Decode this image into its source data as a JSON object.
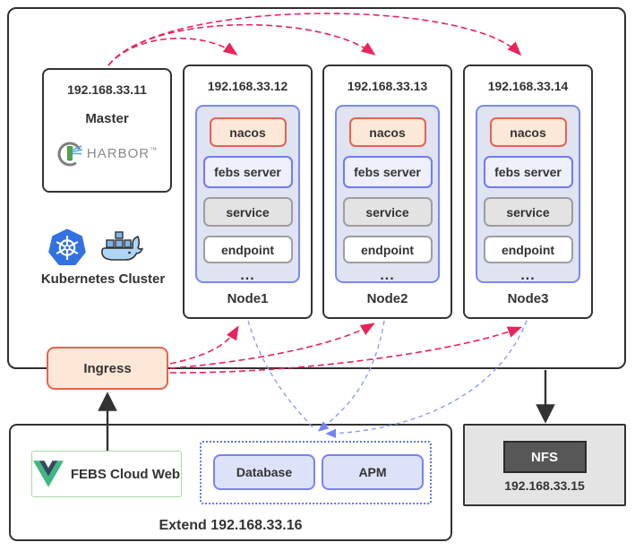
{
  "cluster": {
    "caption": "Kubernetes Cluster",
    "master": {
      "ip": "192.168.33.11",
      "label": "Master",
      "registry": "HARBOR",
      "registry_tm": "™"
    },
    "nodes": [
      {
        "ip": "192.168.33.12",
        "name": "Node1",
        "stack": [
          "nacos",
          "febs server",
          "service",
          "endpoint"
        ],
        "more": "..."
      },
      {
        "ip": "192.168.33.13",
        "name": "Node2",
        "stack": [
          "nacos",
          "febs server",
          "service",
          "endpoint"
        ],
        "more": "..."
      },
      {
        "ip": "192.168.33.14",
        "name": "Node3",
        "stack": [
          "nacos",
          "febs server",
          "service",
          "endpoint"
        ],
        "more": "..."
      }
    ]
  },
  "ingress": {
    "label": "Ingress"
  },
  "extend": {
    "caption": "Extend 192.168.33.16",
    "web": {
      "label": "FEBS Cloud Web"
    },
    "services": [
      {
        "label": "Database"
      },
      {
        "label": "APM"
      }
    ]
  },
  "nfs": {
    "label": "NFS",
    "ip": "192.168.33.15"
  },
  "colors": {
    "arrow_red": "#e8245c",
    "arrow_blue": "#8795f0",
    "arrow_black": "#333333",
    "nacos_border": "#e8624e",
    "nacos_fill": "#fce8d8",
    "pod_group_fill": "#dfe3f2",
    "pod_group_border": "#7c88f0",
    "kubernetes_blue": "#3371e3",
    "vue_green": "#41b883",
    "vue_dark": "#35495e"
  }
}
